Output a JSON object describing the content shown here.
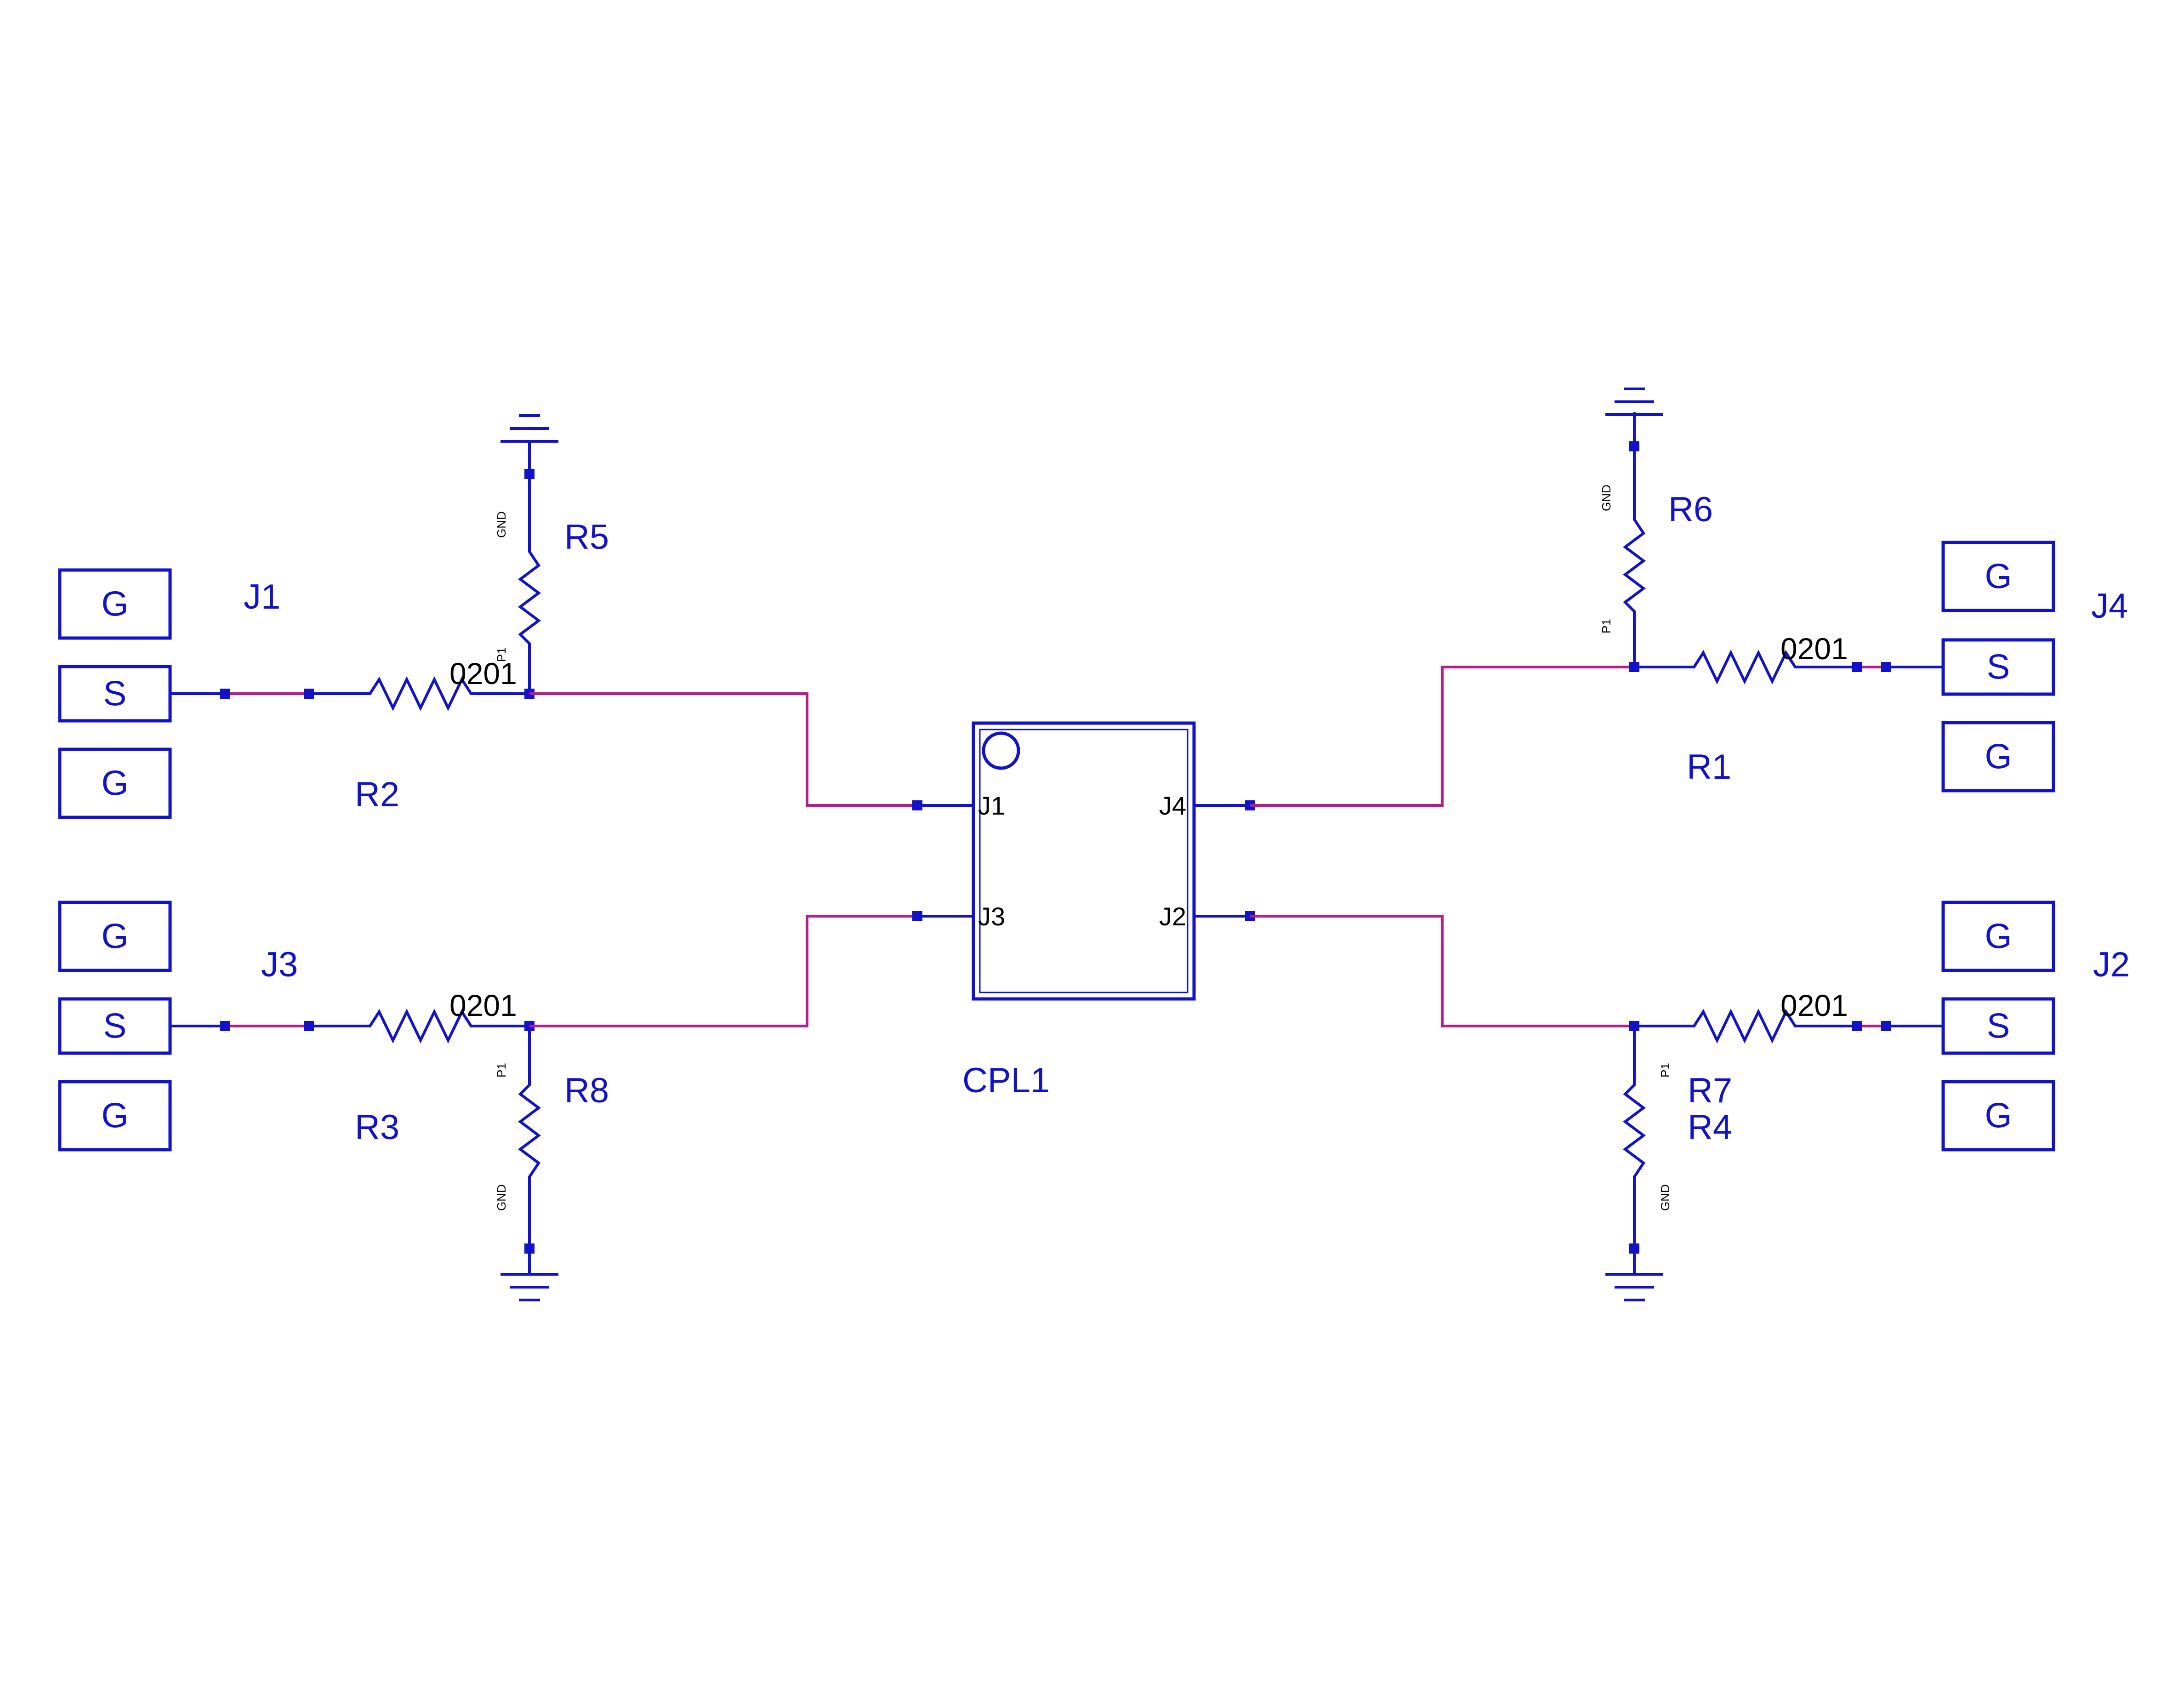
{
  "colors": {
    "component": "#1212c8",
    "net": "#b81c8c",
    "value_text": "#000000",
    "background": "#ffffff"
  },
  "coupler": {
    "refdes": "CPL1",
    "pins": {
      "j1": "J1",
      "j2": "J2",
      "j3": "J3",
      "j4": "J4"
    }
  },
  "connectors": {
    "j1": {
      "refdes": "J1",
      "pads": [
        "G",
        "S",
        "G"
      ]
    },
    "j2": {
      "refdes": "J2",
      "pads": [
        "G",
        "S",
        "G"
      ]
    },
    "j3": {
      "refdes": "J3",
      "pads": [
        "G",
        "S",
        "G"
      ]
    },
    "j4": {
      "refdes": "J4",
      "pads": [
        "G",
        "S",
        "G"
      ]
    }
  },
  "resistors": {
    "r1": {
      "refdes": "R1",
      "value": "0201"
    },
    "r2": {
      "refdes": "R2",
      "value": "0201"
    },
    "r3": {
      "refdes": "R3",
      "value": "0201"
    },
    "r4": {
      "refdes": "R4",
      "value": "0201"
    },
    "r5": {
      "refdes": "R5",
      "pin_top": "GND",
      "pin_bottom": "P1"
    },
    "r6": {
      "refdes": "R6",
      "pin_top": "GND",
      "pin_bottom": "P1"
    },
    "r7": {
      "refdes": "R7",
      "pin_top": "P1",
      "pin_bottom": "GND"
    },
    "r8": {
      "refdes": "R8",
      "pin_top": "P1",
      "pin_bottom": "GND"
    }
  },
  "ground_symbols": [
    "gnd-r5",
    "gnd-r6",
    "gnd-r7",
    "gnd-r8"
  ]
}
